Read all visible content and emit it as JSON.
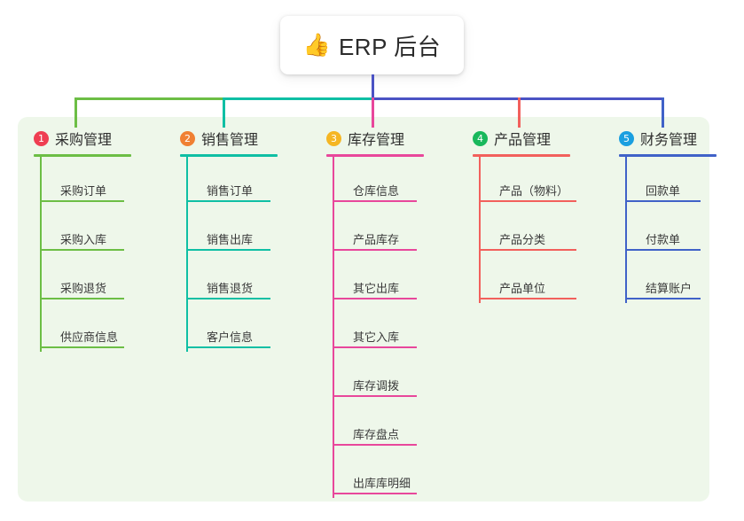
{
  "root": {
    "icon": "thumbs-up-emoji",
    "emoji": "👍",
    "title": "ERP 后台"
  },
  "theme": {
    "panel_bg": "#eef7ea",
    "page_bg": "#ffffff",
    "root_stem": "#4b53c4",
    "text": "#2f2f2f"
  },
  "connector": {
    "segments": [
      {
        "name": "green-segment",
        "color": "#6cbe45"
      },
      {
        "name": "teal-segment",
        "color": "#0fbfa4"
      },
      {
        "name": "blue-segment",
        "color": "#4b53c4"
      }
    ]
  },
  "columns": [
    {
      "number": "1",
      "title": "采购管理",
      "badge_color": "#ef3e52",
      "line_color": "#6cbe45",
      "items": [
        {
          "label": "采购订单"
        },
        {
          "label": "采购入库"
        },
        {
          "label": "采购退货"
        },
        {
          "label": "供应商信息"
        }
      ]
    },
    {
      "number": "2",
      "title": "销售管理",
      "badge_color": "#f08033",
      "line_color": "#0fbfa4",
      "items": [
        {
          "label": "销售订单"
        },
        {
          "label": "销售出库"
        },
        {
          "label": "销售退货"
        },
        {
          "label": "客户信息"
        }
      ]
    },
    {
      "number": "3",
      "title": "库存管理",
      "badge_color": "#f5b623",
      "line_color": "#e8479b",
      "items": [
        {
          "label": "仓库信息"
        },
        {
          "label": "产品库存"
        },
        {
          "label": "其它出库"
        },
        {
          "label": "其它入库"
        },
        {
          "label": "库存调拨"
        },
        {
          "label": "库存盘点"
        },
        {
          "label": "出库库明细"
        }
      ]
    },
    {
      "number": "4",
      "title": "产品管理",
      "badge_color": "#19b85c",
      "line_color": "#f2605c",
      "items": [
        {
          "label": "产品（物料）"
        },
        {
          "label": "产品分类"
        },
        {
          "label": "产品单位"
        }
      ]
    },
    {
      "number": "5",
      "title": "财务管理",
      "badge_color": "#1a9fe0",
      "line_color": "#4062c8",
      "items": [
        {
          "label": "回款单"
        },
        {
          "label": "付款单"
        },
        {
          "label": "结算账户"
        }
      ]
    }
  ]
}
